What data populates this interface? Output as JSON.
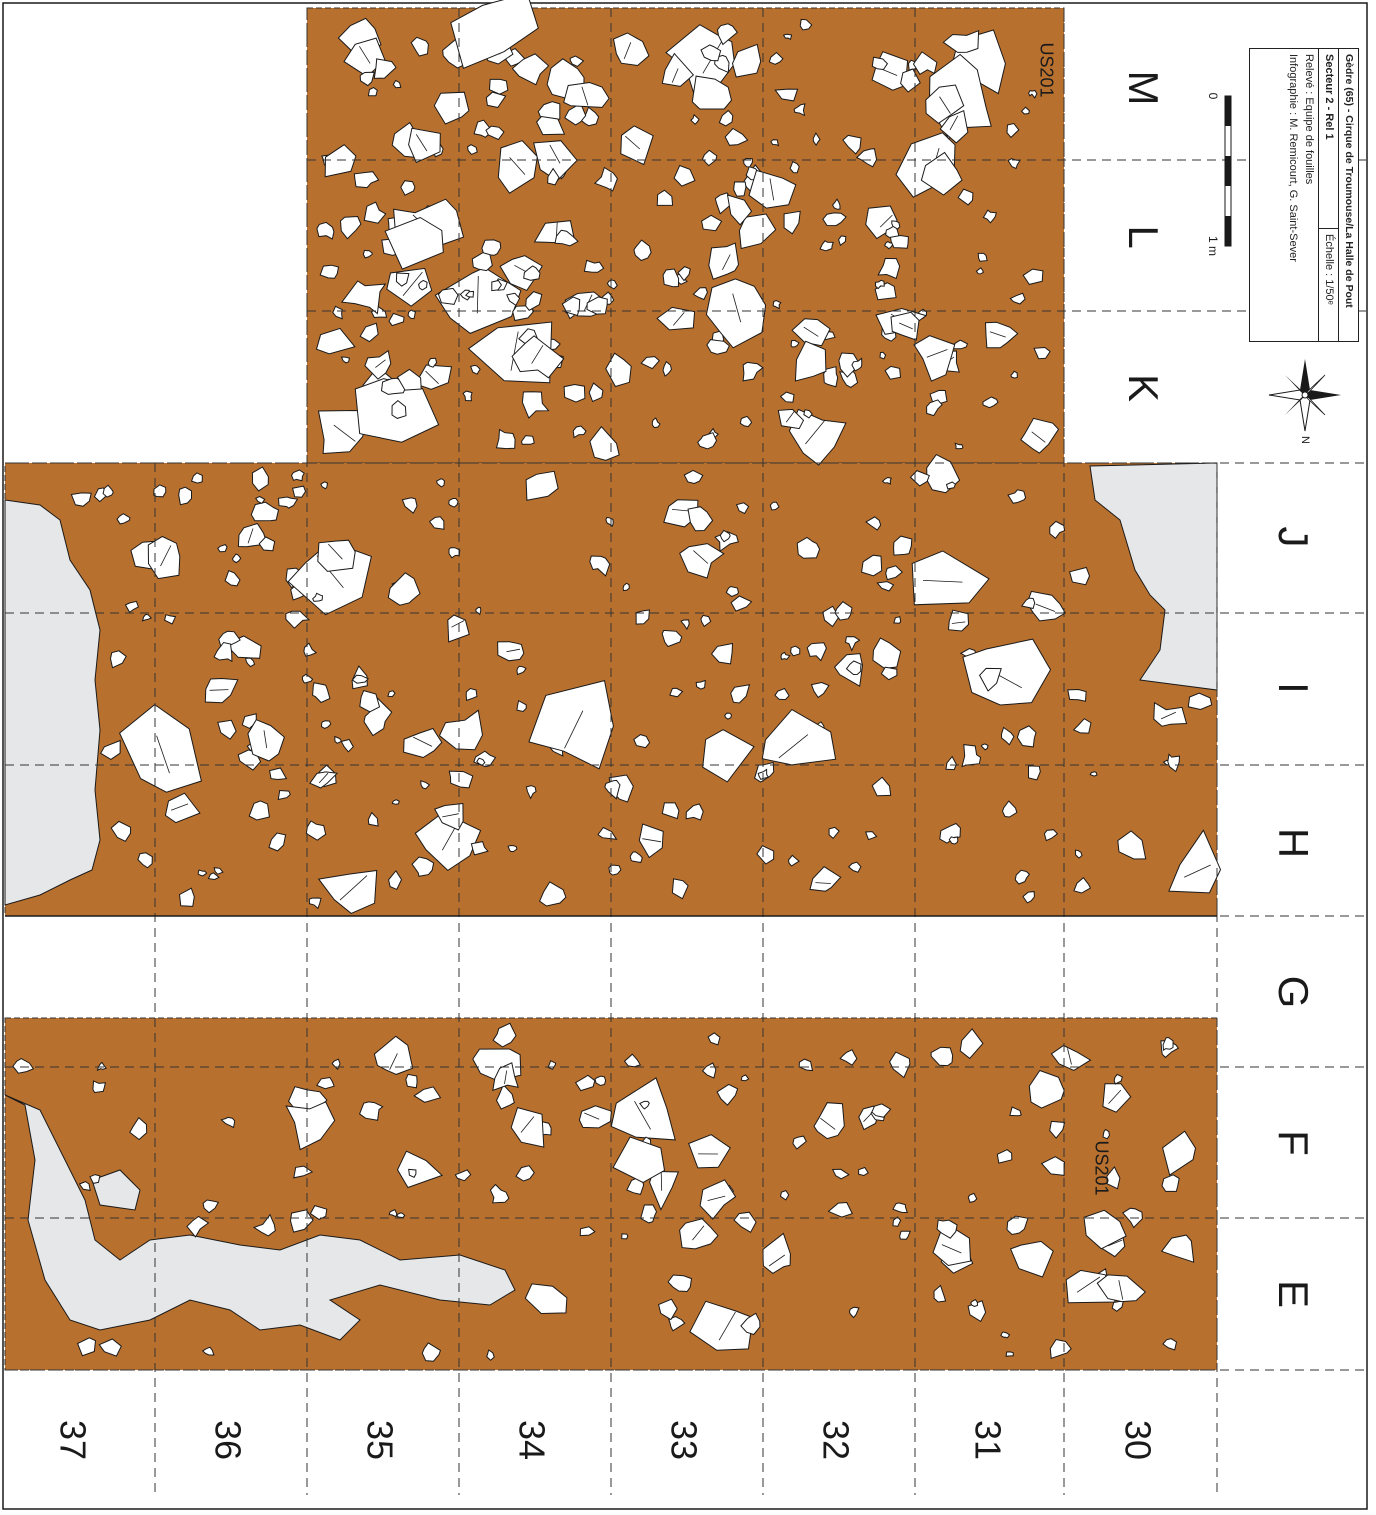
{
  "title_block": {
    "site": "Gèdre (65) - Cirque de Troumouse/La Halle de Pout",
    "sector": "Secteur 2 - Rel 1",
    "scale_text": "Échelle : 1/50ᵉ",
    "survey": "Relevé : Equipe de fouilles",
    "graphics": "Infographie : M. Remicourt, G. Saint-Sever"
  },
  "scale_bar": {
    "start": "0",
    "end": "1 m"
  },
  "north_arrow": {
    "label": "N"
  },
  "layer_labels": {
    "us_top": "US201",
    "us_bottom": "US201"
  },
  "row_letters": [
    "M",
    "L",
    "K",
    "J",
    "I",
    "H",
    "G",
    "F",
    "E"
  ],
  "column_numbers": [
    "37",
    "36",
    "35",
    "34",
    "33",
    "32",
    "31",
    "30"
  ],
  "colors": {
    "sediment": "#b8702f",
    "bedrock": "#e6e7e8",
    "stone": "#ffffff",
    "outline": "#1a1a1a",
    "grid": "#333333"
  },
  "icons": [
    "compass-rose-icon"
  ]
}
